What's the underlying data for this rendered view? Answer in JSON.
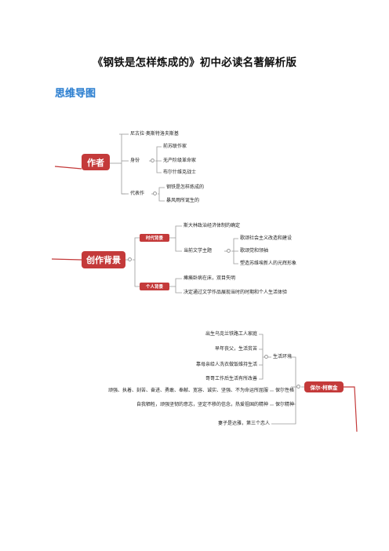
{
  "document": {
    "title": "《钢铁是怎样炼成的》初中必读名著解析版",
    "section_heading": "思维导图"
  },
  "colors": {
    "section_heading": "#2f80d0",
    "node_fill": "#c43a3a",
    "branch_line": "#c43a3a",
    "connector_line": "#9a9a9a"
  },
  "mindmap_author": {
    "root": "作者",
    "name": "尼古拉·奥斯特洛夫斯基",
    "identity_label": "身份",
    "identity_items": [
      "前苏联作家",
      "无产阶级革命家",
      "布尔什维克战士"
    ],
    "works_label": "代表作",
    "works_items": [
      "钢铁是怎样炼成的",
      "暴风雨所诞生的"
    ]
  },
  "mindmap_background": {
    "root": "创作背景",
    "era_label": "时代背景",
    "era_items": [
      "斯大林政治经济体制的确定"
    ],
    "theme_label": "当前文学主题",
    "theme_items": [
      "歌颂社会主义改造和建设",
      "歌颂党和领袖",
      "塑造苏维埃新人的光辉形象"
    ],
    "personal_label": "个人背景",
    "personal_items": [
      "瘫痪卧病在床，双目失明",
      "决定通过文学作品展现当时的时期和个人生活体验"
    ]
  },
  "mindmap_pavel": {
    "root": "保尔·柯察金",
    "env_label": "生活环境",
    "env_items": [
      "出生乌克兰铁路工人家庭",
      "早年丧父，生活贫苦",
      "靠母亲给人洗衣做饭维持生活",
      "哥哥工作后生活有所改善"
    ],
    "character_label": "保尔性格",
    "character_text": "顽强、执着、刻苦、奋进、勇敢、奉献、宽容、诚实、坚强、不为命运所屈服",
    "spirit_label": "保尔精神",
    "spirit_text": "自我牺牲，顽强坚韧的意志，坚定不移的信念，热爱祖国的精神",
    "love_text": "妻子是达雅，第三个恋人"
  }
}
